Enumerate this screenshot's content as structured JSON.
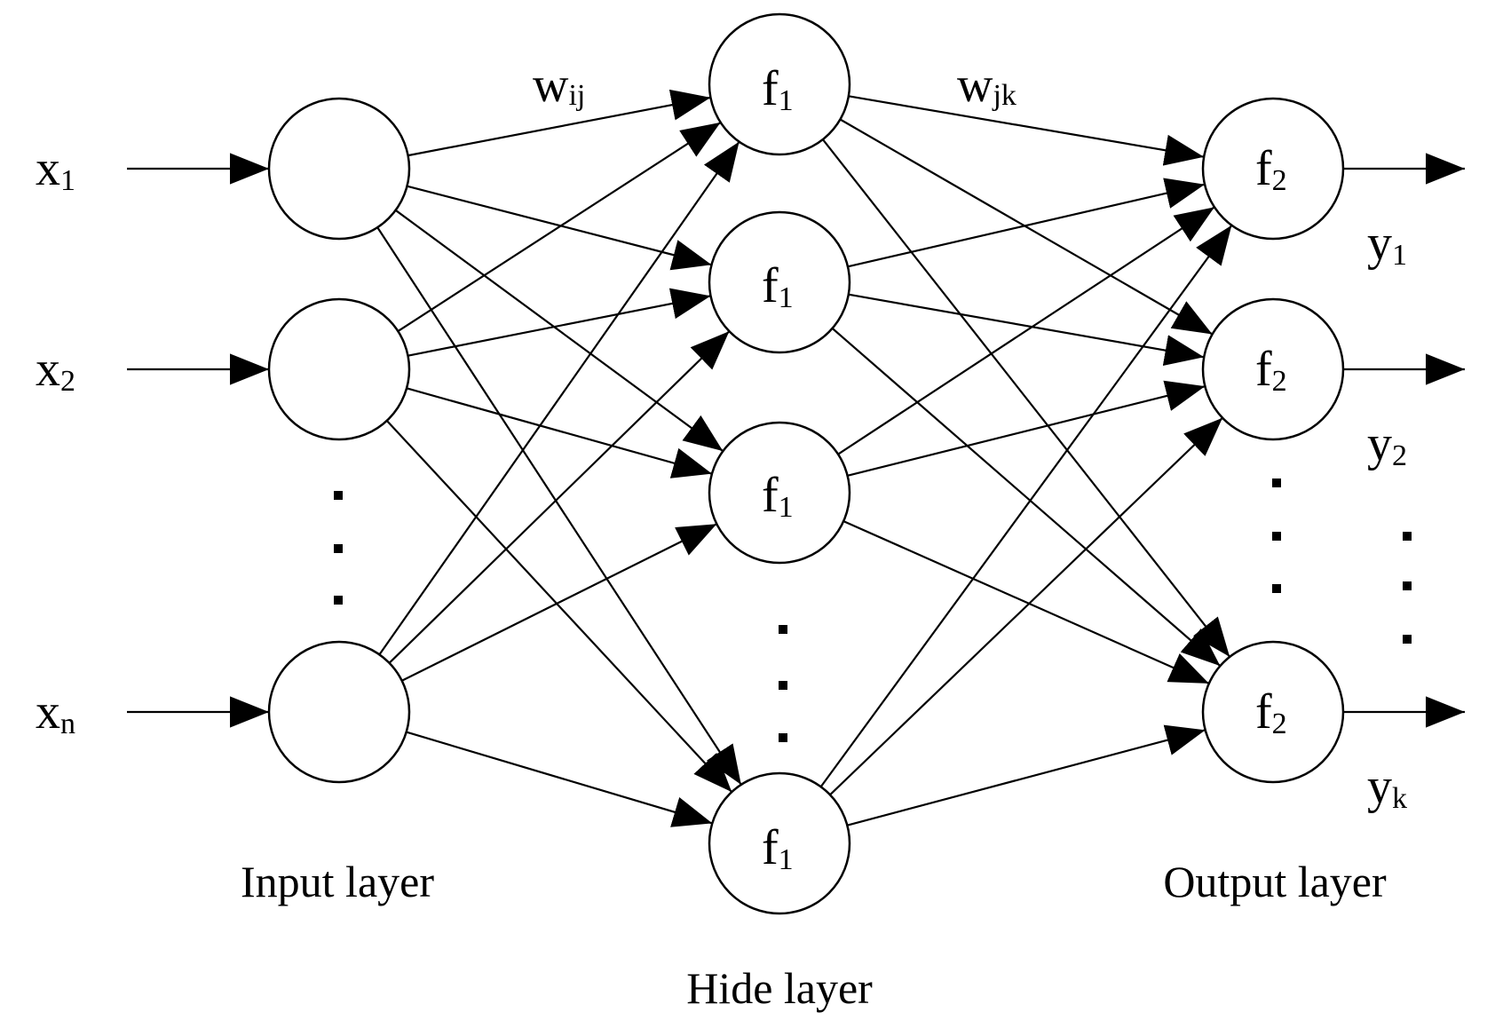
{
  "inputs": [
    {
      "base": "x",
      "sub": "1"
    },
    {
      "base": "x",
      "sub": "2"
    },
    {
      "base": "x",
      "sub": "n"
    }
  ],
  "hidden_nodes": [
    {
      "base": "f",
      "sub": "1"
    },
    {
      "base": "f",
      "sub": "1"
    },
    {
      "base": "f",
      "sub": "1"
    },
    {
      "base": "f",
      "sub": "1"
    }
  ],
  "output_nodes": [
    {
      "base": "f",
      "sub": "2"
    },
    {
      "base": "f",
      "sub": "2"
    },
    {
      "base": "f",
      "sub": "2"
    }
  ],
  "outputs": [
    {
      "base": "y",
      "sub": "1"
    },
    {
      "base": "y",
      "sub": "2"
    },
    {
      "base": "y",
      "sub": "k"
    }
  ],
  "weights": {
    "input_hidden": {
      "base": "w",
      "sub": "ij"
    },
    "hidden_output": {
      "base": "w",
      "sub": "jk"
    }
  },
  "layers": {
    "input": "Input layer",
    "hidden": "Hide layer",
    "output": "Output layer"
  }
}
